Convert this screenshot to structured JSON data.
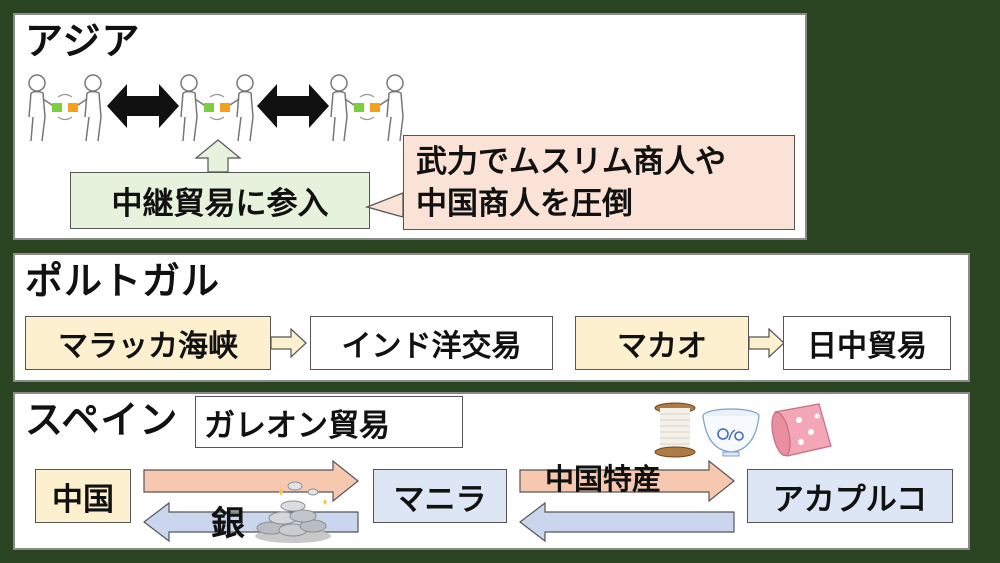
{
  "asia": {
    "title": "アジア",
    "relay_label": "中継貿易に参入",
    "callout_line1": "武力でムスリム商人や",
    "callout_line2": "中国商人を圧倒"
  },
  "portugal": {
    "title": "ポルトガル",
    "malacca": "マラッカ海峡",
    "india_trade": "インド洋交易",
    "macao": "マカオ",
    "japan_china": "日中貿易"
  },
  "spain": {
    "title": "スペイン",
    "galleon": "ガレオン貿易",
    "china": "中国",
    "manila": "マニラ",
    "acapulco": "アカプルコ",
    "silver": "銀",
    "china_goods": "中国特産"
  },
  "colors": {
    "background": "#2a4320",
    "yellow_box": "#fdf0cf",
    "green_box": "#e6f2dc",
    "pink_box": "#fbe2d6",
    "blue_box": "#dde6f4",
    "pink_arrow": "#f7c8b0",
    "blue_arrow": "#c9d6ee"
  },
  "icons": [
    "people-trading-icon",
    "double-arrow-icon",
    "silver-coins-icon",
    "thread-spool-icon",
    "porcelain-cup-icon",
    "silk-roll-icon"
  ]
}
